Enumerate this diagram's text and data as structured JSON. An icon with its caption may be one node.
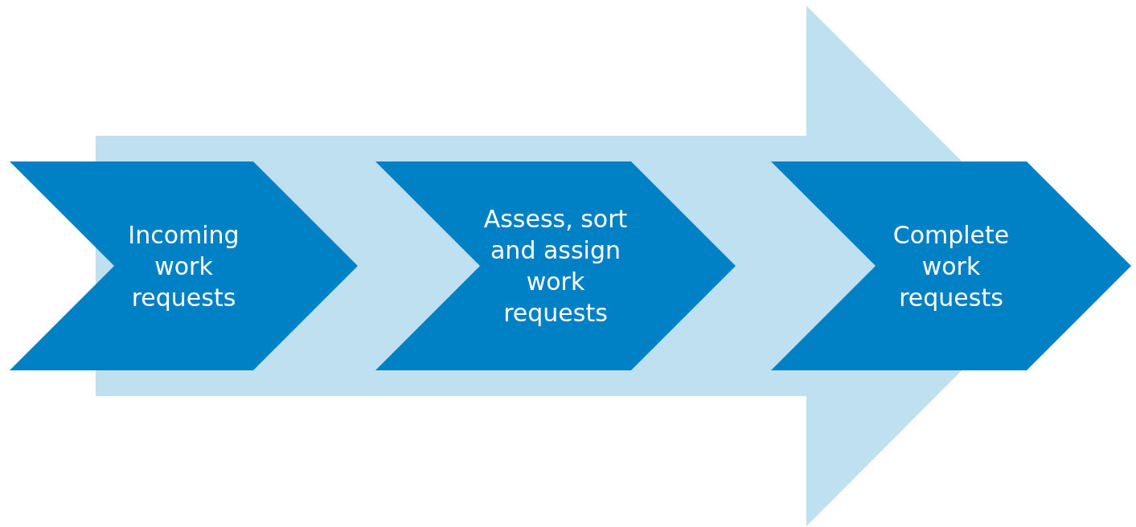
{
  "diagram": {
    "nodes": [
      {
        "text": [
          "Incoming work requests"
        ]
      },
      {
        "text": [
          "Assess, sort and assign work requests"
        ]
      },
      {
        "text": [
          "Complete work requests"
        ]
      }
    ],
    "edges": [
      {
        "from": 0,
        "to": 2,
        "arrow": "to",
        "style": "thick",
        "color": "#bfe0f0"
      }
    ]
  }
}
